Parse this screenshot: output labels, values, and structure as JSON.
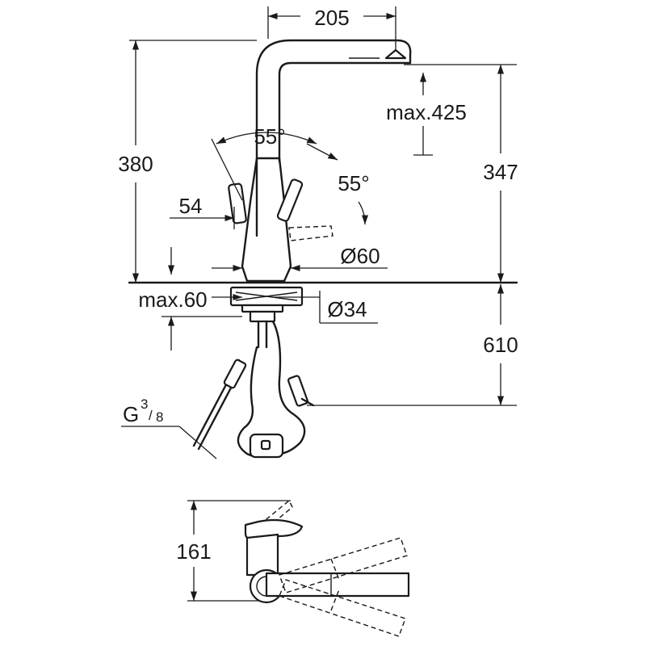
{
  "dimensions": {
    "spout_reach": "205",
    "max_pullout": "max.425",
    "swivel_angle": "55°",
    "lever_angle": "55°",
    "total_height": "380",
    "spout_height": "347",
    "lever_offset": "54",
    "base_diameter": "Ø60",
    "max_deck_thickness": "max.60",
    "hole_diameter": "Ø34",
    "hose_length": "610",
    "connection_thread": "G",
    "thread_num": "3",
    "thread_den": "8",
    "plan_height": "161"
  }
}
